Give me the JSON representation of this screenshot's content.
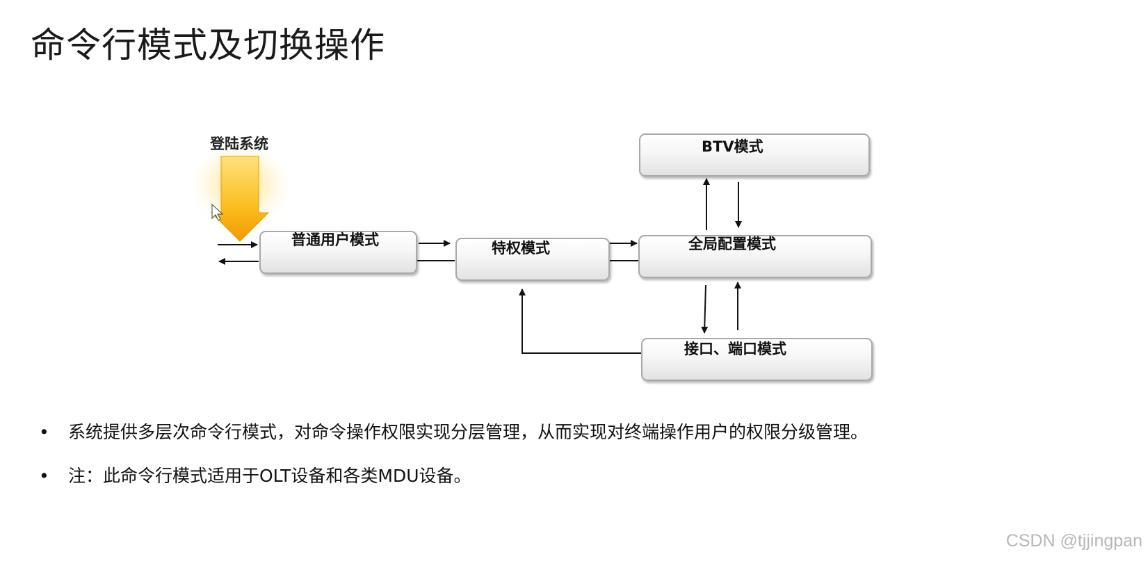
{
  "slide": {
    "title": "命令行模式及切换操作"
  },
  "diagram": {
    "login_label": "登陆系统",
    "modes": {
      "user": "普通用户模式",
      "privileged": "特权模式",
      "global_config": "全局配置模式",
      "btv": "BTV模式",
      "interface": "接口、端口模式"
    }
  },
  "bullets": [
    "系统提供多层次命令行模式，对命令操作权限实现分层管理，从而实现对终端操作用户的权限分级管理。",
    "注：此命令行模式适用于OLT设备和各类MDU设备。"
  ],
  "bullet_symbol": "•",
  "watermark": "CSDN @tjjingpan",
  "colors": {
    "login_arrow_top": "#ffe070",
    "login_arrow_bottom": "#f5a300",
    "box_border": "#a8a8a8",
    "arrow": "#111111"
  }
}
